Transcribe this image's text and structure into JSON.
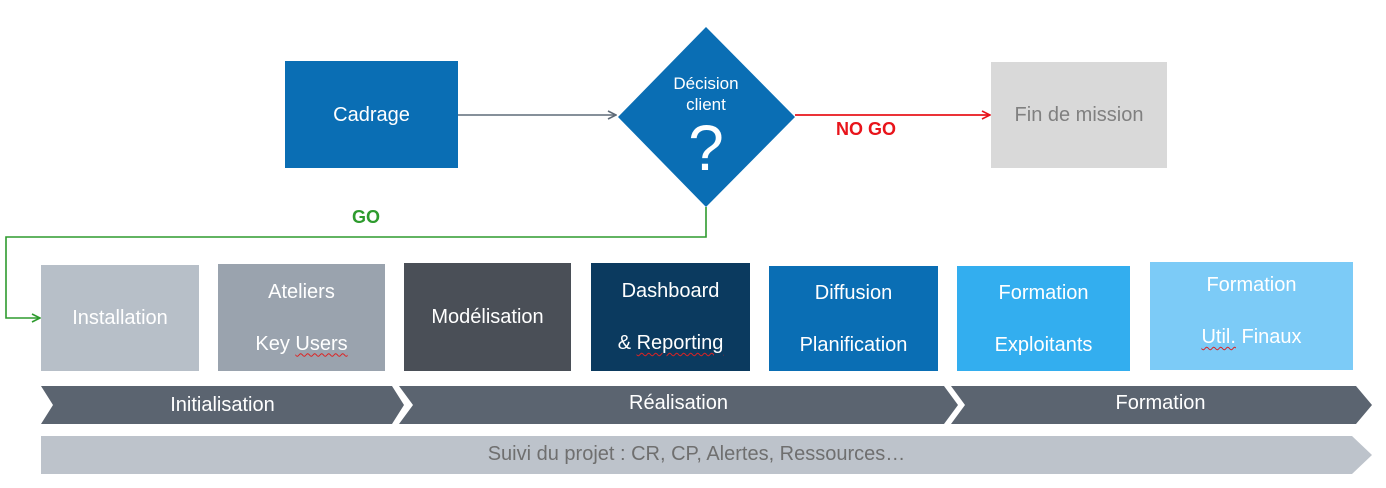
{
  "flow": {
    "cadrage": "Cadrage",
    "decision": {
      "line1": "Décision",
      "line2": "client",
      "symbol": "?"
    },
    "no_go": "NO GO",
    "go": "GO",
    "fin_de_mission": "Fin de mission"
  },
  "steps": [
    {
      "line1": "Installation",
      "line2": ""
    },
    {
      "line1": "Ateliers",
      "line2_a": "Key ",
      "line2_b": "Users"
    },
    {
      "line1": "Modélisation",
      "line2": ""
    },
    {
      "line1": "Dashboard",
      "line2_a": "& ",
      "line2_b": "Reporting"
    },
    {
      "line1": "Diffusion",
      "line2": "Planification"
    },
    {
      "line1": "Formation",
      "line2": "Exploitants"
    },
    {
      "line1": "Formation",
      "line2_b": "Util.",
      "line2_c": " Finaux"
    }
  ],
  "phases": [
    "Initialisation",
    "Réalisation",
    "Formation"
  ],
  "suivi": "Suivi du projet : CR, CP, Alertes, Ressources…",
  "colors": {
    "cadrage": "#0A6EB4",
    "decision": "#0A6EB4",
    "fin": "#D9D9D9",
    "no_go": "#E8141B",
    "go": "#2E9B2E",
    "installation": "#B7BFC8",
    "ateliers": "#9AA3AE",
    "modelisation": "#4A4F57",
    "dashboard": "#0B3A5F",
    "diffusion": "#0A6EB4",
    "formation_exploitants": "#33AEEF",
    "formation_finaux": "#7CCBF7",
    "phase_band": "#5B6470",
    "suivi_band": "#BDC3CB"
  }
}
